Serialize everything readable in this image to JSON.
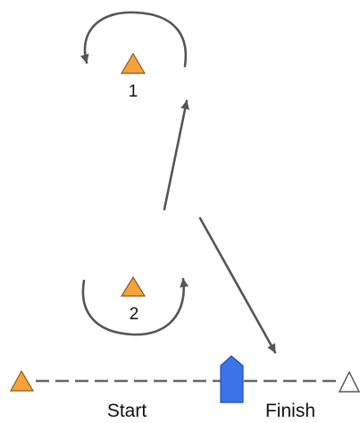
{
  "marks": {
    "mark_1_label": "1",
    "mark_2_label": "2"
  },
  "lines": {
    "start_label": "Start",
    "finish_label": "Finish"
  },
  "colors": {
    "mark_fill": "#f5a23a",
    "mark_outline": "#8a5a1e",
    "committee_boat": "#3a74e8",
    "committee_boat_outline": "#1f4fb0",
    "route_line": "#555555",
    "start_finish_line": "#666666",
    "pin_end_fill": "#ffffff",
    "pin_end_outline": "#555555"
  },
  "icons": {
    "mark": "orange-triangle-buoy",
    "committee_boat": "blue-committee-boat",
    "pin_end": "white-triangle-buoy"
  }
}
